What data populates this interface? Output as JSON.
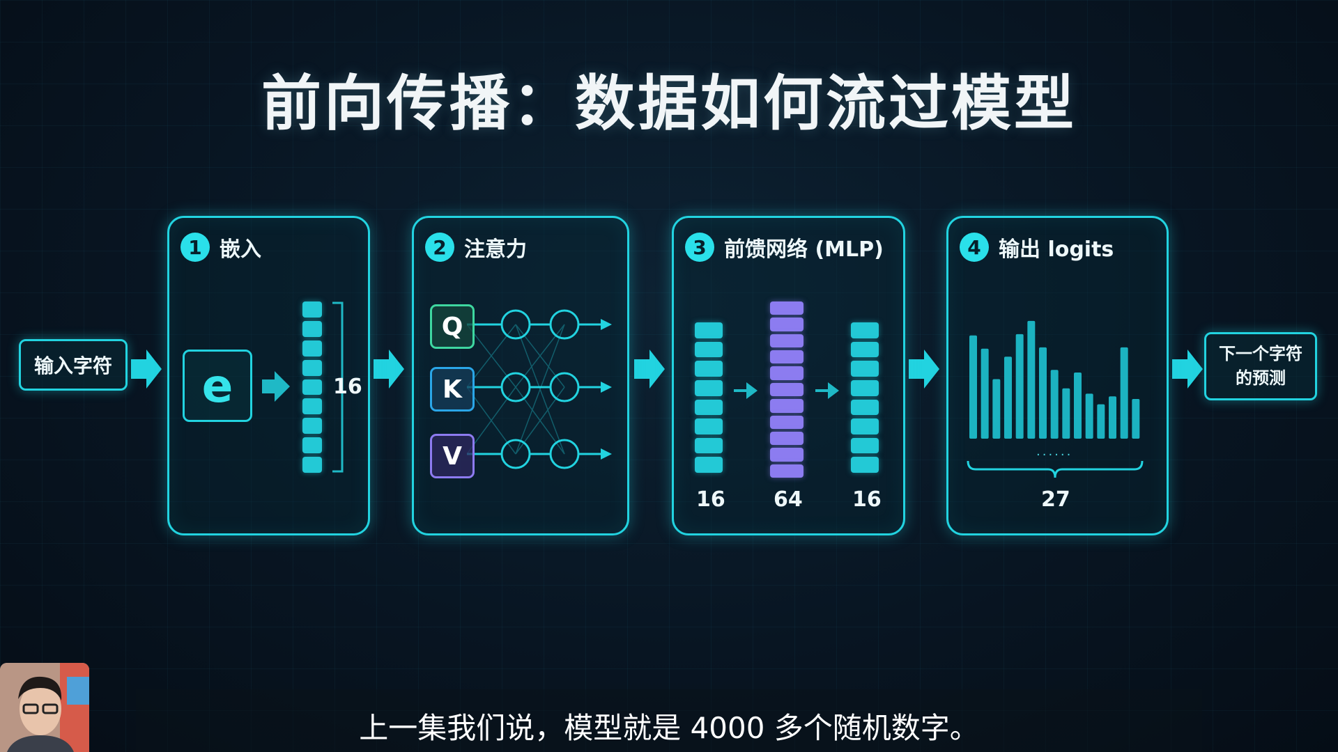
{
  "title": "前向传播：数据如何流过模型",
  "input": {
    "label": "输入字符"
  },
  "output": {
    "line1": "下一个字符",
    "line2": "的预测"
  },
  "steps": [
    {
      "number": "1",
      "label": "嵌入",
      "symbol": "e",
      "dim": "16"
    },
    {
      "number": "2",
      "label": "注意力",
      "qkv": [
        "Q",
        "K",
        "V"
      ]
    },
    {
      "number": "3",
      "label": "前馈网络 (MLP)",
      "dims": [
        "16",
        "64",
        "16"
      ]
    },
    {
      "number": "4",
      "label": "输出 logits",
      "dots": "......",
      "count": "27"
    }
  ],
  "logits_bars": [
    0.78,
    0.68,
    0.45,
    0.62,
    0.79,
    0.89,
    0.69,
    0.52,
    0.38,
    0.5,
    0.34,
    0.26,
    0.32,
    0.69,
    0.3
  ],
  "colors": {
    "accent": "#22d3e0",
    "mlp_hidden": "#8c7cf0",
    "q": "#3ed7a0",
    "k": "#2aa6e8",
    "v": "#8d7bf0"
  },
  "subtitle": "上一集我们说，模型就是 4000 多个随机数字。",
  "webcam": {
    "icon": "presenter-webcam-icon"
  }
}
